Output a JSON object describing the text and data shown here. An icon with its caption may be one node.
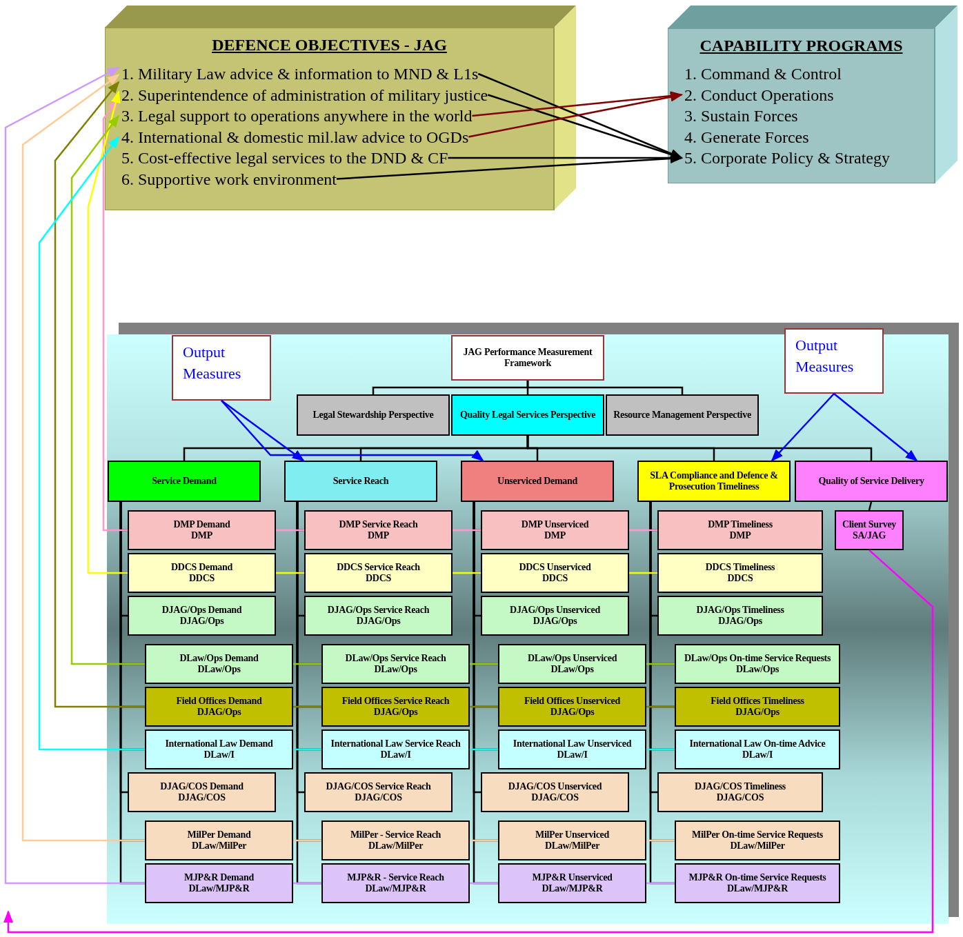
{
  "diagram": {
    "nodes": [
      {
        "text": [
          "DEFENCE OBJECTIVES - JAG"
        ]
      },
      {
        "text": [
          "1. Military Law advice & information to MND & L1s"
        ],
        "in": 0
      },
      {
        "text": [
          "2. Superintendence of administration of military justice"
        ],
        "in": 0
      },
      {
        "text": [
          "3. Legal support to operations anywhere in the world"
        ],
        "in": 0
      },
      {
        "text": [
          "4. International & domestic mil.law advice to OGDs"
        ],
        "in": 0
      },
      {
        "text": [
          "5. Cost-effective legal services to the DND & CF"
        ],
        "in": 0
      },
      {
        "text": [
          "6. Supportive work environment"
        ],
        "in": 0
      },
      {
        "text": [
          "CAPABILITY PROGRAMS"
        ]
      },
      {
        "text": [
          "1. Command & Control"
        ],
        "in": 7
      },
      {
        "text": [
          "2. Conduct Operations"
        ],
        "in": 7
      },
      {
        "text": [
          "3. Sustain Forces"
        ],
        "in": 7
      },
      {
        "text": [
          "4. Generate Forces"
        ],
        "in": 7
      },
      {
        "text": [
          "5. Corporate Policy & Strategy"
        ],
        "in": 7
      },
      {
        "text": [
          "Output Measures"
        ]
      },
      {
        "text": [
          "JAG Performance Measurement Framework"
        ]
      },
      {
        "text": [
          "Output Measures"
        ]
      },
      {
        "text": [
          "Legal Stewardship Perspective"
        ]
      },
      {
        "text": [
          "Quality Legal Services Perspective"
        ]
      },
      {
        "text": [
          "Resource Management Perspective"
        ]
      },
      {
        "text": [
          "Service Demand"
        ]
      },
      {
        "text": [
          "Service Reach"
        ]
      },
      {
        "text": [
          "Unserviced Demand"
        ]
      },
      {
        "text": [
          "SLA Compliance and Defence & Prosecution Timeliness"
        ]
      },
      {
        "text": [
          "Quality of Service Delivery"
        ]
      },
      {
        "text": [
          "DMP Demand",
          "DMP"
        ]
      },
      {
        "text": [
          "DMP Service Reach",
          "DMP"
        ]
      },
      {
        "text": [
          "DMP Unserviced",
          "DMP"
        ]
      },
      {
        "text": [
          "DMP Timeliness",
          "DMP"
        ]
      },
      {
        "text": [
          "Client Survey",
          "SA/JAG"
        ]
      },
      {
        "text": [
          "DDCS Demand",
          "DDCS"
        ]
      },
      {
        "text": [
          "DDCS Service Reach",
          "DDCS"
        ]
      },
      {
        "text": [
          "DDCS Unserviced",
          "DDCS"
        ]
      },
      {
        "text": [
          "DDCS Timeliness",
          "DDCS"
        ]
      },
      {
        "text": [
          "DJAG/Ops Demand",
          "DJAG/Ops"
        ]
      },
      {
        "text": [
          "DJAG/Ops Service Reach",
          "DJAG/Ops"
        ]
      },
      {
        "text": [
          "DJAG/Ops Unserviced",
          "DJAG/Ops"
        ]
      },
      {
        "text": [
          "DJAG/Ops Timeliness",
          "DJAG/Ops"
        ]
      },
      {
        "text": [
          "DLaw/Ops Demand",
          "DLaw/Ops"
        ]
      },
      {
        "text": [
          "DLaw/Ops Service Reach",
          "DLaw/Ops"
        ]
      },
      {
        "text": [
          "DLaw/Ops Unserviced",
          "DLaw/Ops"
        ]
      },
      {
        "text": [
          "DLaw/Ops On-time Service Requests",
          "DLaw/Ops"
        ]
      },
      {
        "text": [
          "Field Offices Demand",
          "DJAG/Ops"
        ]
      },
      {
        "text": [
          "Field Offices Service Reach",
          "DJAG/Ops"
        ]
      },
      {
        "text": [
          "Field Offices Unserviced",
          "DJAG/Ops"
        ]
      },
      {
        "text": [
          "Field Offices Timeliness",
          "DJAG/Ops"
        ]
      },
      {
        "text": [
          "International Law Demand",
          "DLaw/I"
        ]
      },
      {
        "text": [
          "International Law Service Reach",
          "DLaw/I"
        ]
      },
      {
        "text": [
          "International Law Unserviced",
          "DLaw/I"
        ]
      },
      {
        "text": [
          "International Law On-time Advice",
          "DLaw/I"
        ]
      },
      {
        "text": [
          "DJAG/COS Demand",
          "DJAG/COS"
        ]
      },
      {
        "text": [
          "DJAG/COS Service Reach",
          "DJAG/COS"
        ]
      },
      {
        "text": [
          "DJAG/COS Unserviced",
          "DJAG/COS"
        ]
      },
      {
        "text": [
          "DJAG/COS Timeliness",
          "DJAG/COS"
        ]
      },
      {
        "text": [
          "MilPer Demand",
          "DLaw/MilPer"
        ]
      },
      {
        "text": [
          "MilPer - Service Reach",
          "DLaw/MilPer"
        ]
      },
      {
        "text": [
          "MilPer Unserviced",
          "DLaw/MilPer"
        ]
      },
      {
        "text": [
          "MilPer On-time Service Requests",
          "DLaw/MilPer"
        ]
      },
      {
        "text": [
          "MJP&R Demand",
          "DLaw/MJP&R"
        ]
      },
      {
        "text": [
          "MJP&R - Service Reach",
          "DLaw/MJP&R"
        ]
      },
      {
        "text": [
          "MJP&R Unserviced",
          "DLaw/MJP&R"
        ]
      },
      {
        "text": [
          "MJP&R On-time Service Requests",
          "DLaw/MJP&R"
        ]
      }
    ],
    "edges": [
      {
        "from": 1,
        "to": 12,
        "arrow": "to"
      },
      {
        "from": 2,
        "to": 12,
        "arrow": "to"
      },
      {
        "from": 3,
        "to": 9,
        "arrow": "to",
        "color": "#800000"
      },
      {
        "from": 4,
        "to": 9,
        "arrow": "to",
        "color": "#800000"
      },
      {
        "from": 5,
        "to": 12,
        "arrow": "to"
      },
      {
        "from": 6,
        "to": 12,
        "arrow": "to"
      },
      {
        "from": 14,
        "to": 16,
        "arrow": "none"
      },
      {
        "from": 14,
        "to": 17,
        "arrow": "none"
      },
      {
        "from": 14,
        "to": 18,
        "arrow": "none"
      },
      {
        "from": 17,
        "to": 19,
        "arrow": "none"
      },
      {
        "from": 17,
        "to": 20,
        "arrow": "none"
      },
      {
        "from": 17,
        "to": 21,
        "arrow": "none"
      },
      {
        "from": 17,
        "to": 22,
        "arrow": "none"
      },
      {
        "from": 17,
        "to": 23,
        "arrow": "none"
      },
      {
        "from": 13,
        "to": 20,
        "arrow": "to",
        "color": "#0000ff"
      },
      {
        "from": 13,
        "to": 21,
        "arrow": "to",
        "color": "#0000ff"
      },
      {
        "from": 15,
        "to": 22,
        "arrow": "to",
        "color": "#0000ff"
      },
      {
        "from": 15,
        "to": 23,
        "arrow": "to",
        "color": "#0000ff"
      },
      {
        "from": 23,
        "to": 28,
        "arrow": "none"
      },
      {
        "from": 28,
        "to": null,
        "arrow": "to",
        "color": "#ff00ff"
      },
      {
        "from": 19,
        "to": 24,
        "arrow": "none"
      },
      {
        "from": 19,
        "to": 29,
        "arrow": "none"
      },
      {
        "from": 19,
        "to": 33,
        "arrow": "none"
      },
      {
        "from": 19,
        "to": 37,
        "arrow": "none"
      },
      {
        "from": 19,
        "to": 41,
        "arrow": "none"
      },
      {
        "from": 19,
        "to": 45,
        "arrow": "none"
      },
      {
        "from": 19,
        "to": 49,
        "arrow": "none"
      },
      {
        "from": 19,
        "to": 53,
        "arrow": "none"
      },
      {
        "from": 19,
        "to": 57,
        "arrow": "none"
      },
      {
        "from": 20,
        "to": 25,
        "arrow": "none"
      },
      {
        "from": 20,
        "to": 30,
        "arrow": "none"
      },
      {
        "from": 20,
        "to": 34,
        "arrow": "none"
      },
      {
        "from": 20,
        "to": 38,
        "arrow": "none"
      },
      {
        "from": 20,
        "to": 42,
        "arrow": "none"
      },
      {
        "from": 20,
        "to": 46,
        "arrow": "none"
      },
      {
        "from": 20,
        "to": 50,
        "arrow": "none"
      },
      {
        "from": 20,
        "to": 54,
        "arrow": "none"
      },
      {
        "from": 20,
        "to": 58,
        "arrow": "none"
      },
      {
        "from": 21,
        "to": 26,
        "arrow": "none"
      },
      {
        "from": 21,
        "to": 31,
        "arrow": "none"
      },
      {
        "from": 21,
        "to": 35,
        "arrow": "none"
      },
      {
        "from": 21,
        "to": 39,
        "arrow": "none"
      },
      {
        "from": 21,
        "to": 43,
        "arrow": "none"
      },
      {
        "from": 21,
        "to": 47,
        "arrow": "none"
      },
      {
        "from": 21,
        "to": 51,
        "arrow": "none"
      },
      {
        "from": 21,
        "to": 55,
        "arrow": "none"
      },
      {
        "from": 21,
        "to": 59,
        "arrow": "none"
      },
      {
        "from": 22,
        "to": 27,
        "arrow": "none"
      },
      {
        "from": 22,
        "to": 32,
        "arrow": "none"
      },
      {
        "from": 22,
        "to": 36,
        "arrow": "none"
      },
      {
        "from": 22,
        "to": 40,
        "arrow": "none"
      },
      {
        "from": 22,
        "to": 44,
        "arrow": "none"
      },
      {
        "from": 22,
        "to": 48,
        "arrow": "none"
      },
      {
        "from": 22,
        "to": 52,
        "arrow": "none"
      },
      {
        "from": 22,
        "to": 56,
        "arrow": "none"
      },
      {
        "from": 22,
        "to": 60,
        "arrow": "none"
      },
      {
        "from": 24,
        "to": 2,
        "arrow": "to",
        "color": "#ff99cc"
      },
      {
        "from": 24,
        "to": 25,
        "arrow": "none",
        "color": "#ff99cc"
      },
      {
        "from": 25,
        "to": 26,
        "arrow": "none",
        "color": "#ff99cc"
      },
      {
        "from": 26,
        "to": 27,
        "arrow": "none",
        "color": "#ff99cc"
      },
      {
        "from": 29,
        "to": 2,
        "arrow": "to",
        "color": "#ffff00"
      },
      {
        "from": 29,
        "to": 30,
        "arrow": "none",
        "color": "#ffff00"
      },
      {
        "from": 30,
        "to": 31,
        "arrow": "none",
        "color": "#ffff00"
      },
      {
        "from": 31,
        "to": 32,
        "arrow": "none",
        "color": "#ffff00"
      },
      {
        "from": 37,
        "to": 3,
        "arrow": "to",
        "color": "#99cc00"
      },
      {
        "from": 37,
        "to": 38,
        "arrow": "none",
        "color": "#99cc00"
      },
      {
        "from": 38,
        "to": 39,
        "arrow": "none",
        "color": "#99cc00"
      },
      {
        "from": 39,
        "to": 40,
        "arrow": "none",
        "color": "#99cc00"
      },
      {
        "from": 41,
        "to": 1,
        "arrow": "to",
        "color": "#808000"
      },
      {
        "from": 41,
        "to": 42,
        "arrow": "none",
        "color": "#808000"
      },
      {
        "from": 42,
        "to": 43,
        "arrow": "none",
        "color": "#808000"
      },
      {
        "from": 43,
        "to": 44,
        "arrow": "none",
        "color": "#808000"
      },
      {
        "from": 45,
        "to": 4,
        "arrow": "to",
        "color": "#00ffff"
      },
      {
        "from": 45,
        "to": 46,
        "arrow": "none",
        "color": "#00ffff"
      },
      {
        "from": 46,
        "to": 47,
        "arrow": "none",
        "color": "#00ffff"
      },
      {
        "from": 47,
        "to": 48,
        "arrow": "none",
        "color": "#00ffff"
      },
      {
        "from": 53,
        "to": 1,
        "arrow": "to",
        "color": "#ffcc99"
      },
      {
        "from": 53,
        "to": 54,
        "arrow": "none",
        "color": "#ffcc99"
      },
      {
        "from": 54,
        "to": 55,
        "arrow": "none",
        "color": "#ffcc99"
      },
      {
        "from": 55,
        "to": 56,
        "arrow": "none",
        "color": "#ffcc99"
      },
      {
        "from": 57,
        "to": 1,
        "arrow": "to",
        "color": "#cc99ff"
      },
      {
        "from": 57,
        "to": 58,
        "arrow": "none",
        "color": "#cc99ff"
      },
      {
        "from": 58,
        "to": 59,
        "arrow": "none",
        "color": "#cc99ff"
      },
      {
        "from": 59,
        "to": 60,
        "arrow": "none",
        "color": "#cc99ff"
      }
    ]
  }
}
